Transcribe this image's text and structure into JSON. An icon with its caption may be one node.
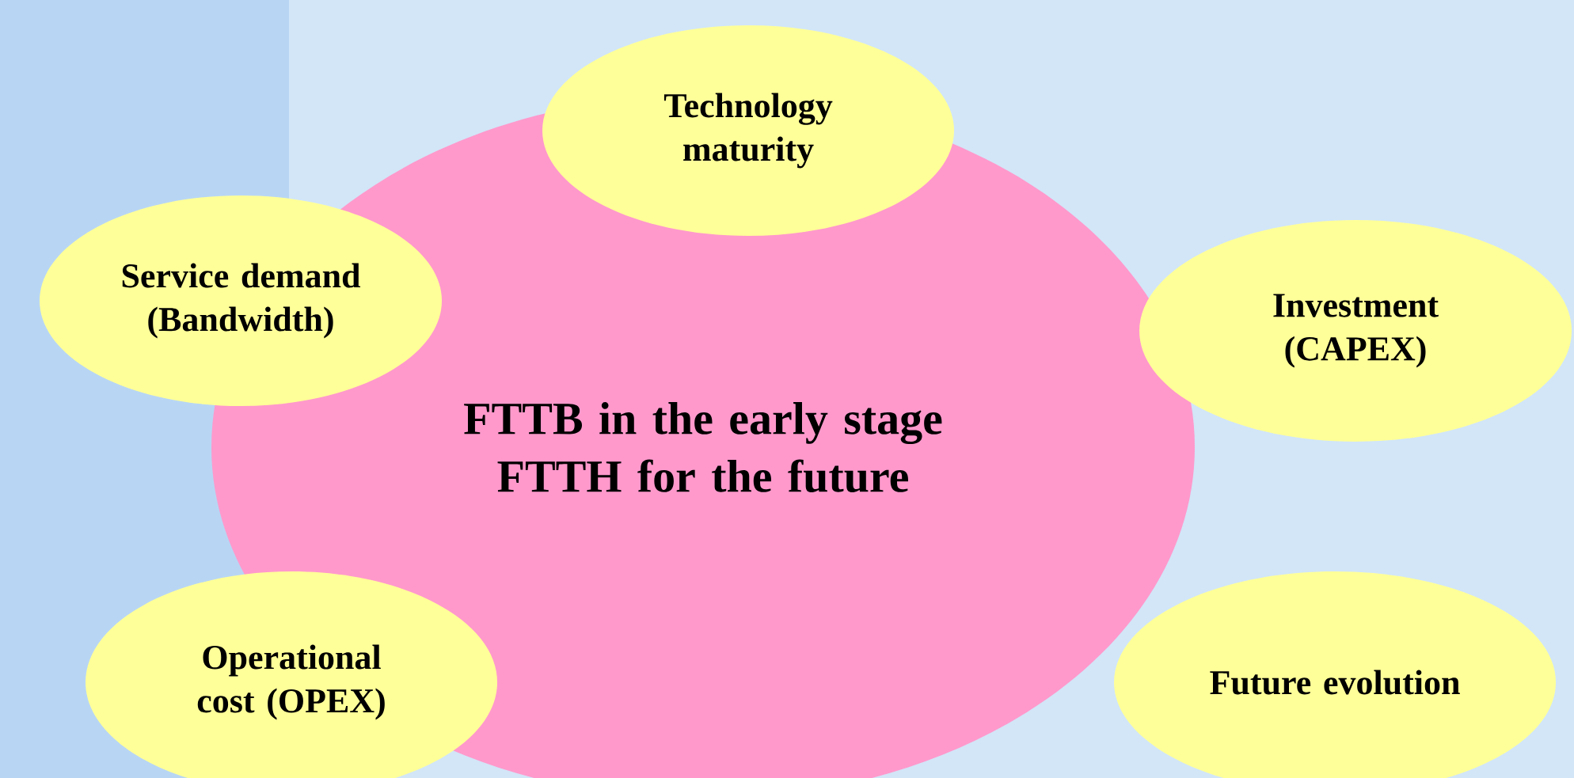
{
  "diagram": {
    "nodes": [
      {
        "text": [
          "Technology maturity"
        ]
      },
      {
        "text": [
          "Service demand (Bandwidth)"
        ]
      },
      {
        "text": [
          "Investment (CAPEX)"
        ]
      },
      {
        "text": [
          "FTTB in the early stage FTTH for the future"
        ]
      },
      {
        "text": [
          "Operational cost (OPEX)"
        ]
      },
      {
        "text": [
          "Future evolution"
        ]
      }
    ]
  }
}
